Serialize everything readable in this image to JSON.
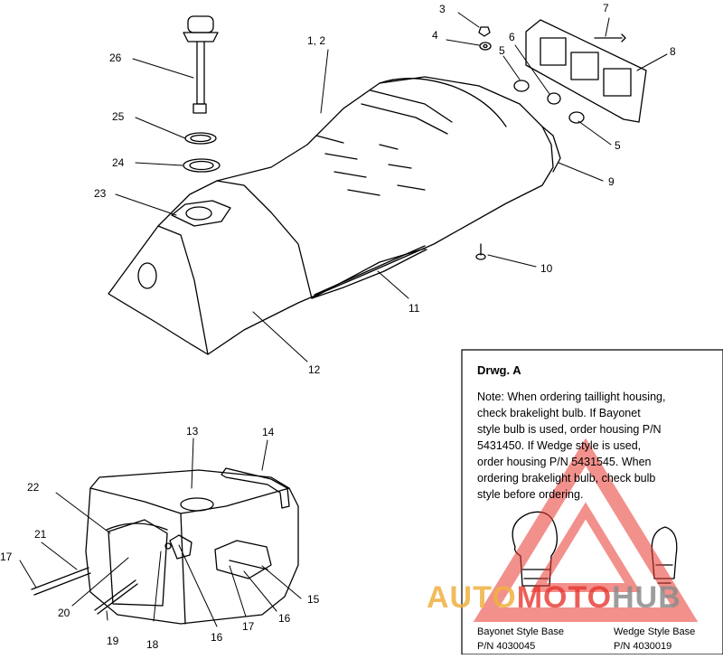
{
  "callouts": {
    "c1_2": "1, 2",
    "c3": "3",
    "c4": "4",
    "c5a": "5",
    "c5b": "5",
    "c6": "6",
    "c7": "7",
    "c8": "8",
    "c9": "9",
    "c10": "10",
    "c11": "11",
    "c12": "12",
    "c13": "13",
    "c14": "14",
    "c15": "15",
    "c16a": "16",
    "c16b": "16",
    "c17a": "17",
    "c17b": "17",
    "c18": "18",
    "c19": "19",
    "c20": "20",
    "c21": "21",
    "c22": "22",
    "c23": "23",
    "c24": "24",
    "c25": "25",
    "c26": "26"
  },
  "inset": {
    "title": "Drwg. A",
    "note_lines": [
      "Note: When ordering taillight housing,",
      "check brakelight bulb.  If Bayonet",
      "style bulb is  used, order housing P/N",
      "5431450.  If Wedge style is used,",
      "order housing P/N 5431545.  When",
      "ordering brakelight bulb, check bulb",
      "style before ordering."
    ],
    "bayonet_name": "Bayonet Style Base",
    "bayonet_pn": "P/N 4030045",
    "wedge_name": "Wedge Style Base",
    "wedge_pn": "P/N 4030019"
  },
  "watermark": {
    "auto": "AUTO",
    "moto": "MOTO",
    "hub": "HUB"
  },
  "colors": {
    "line": "#000000",
    "watermark_red": "#e8362f",
    "watermark_gray": "#8c8c8c"
  }
}
